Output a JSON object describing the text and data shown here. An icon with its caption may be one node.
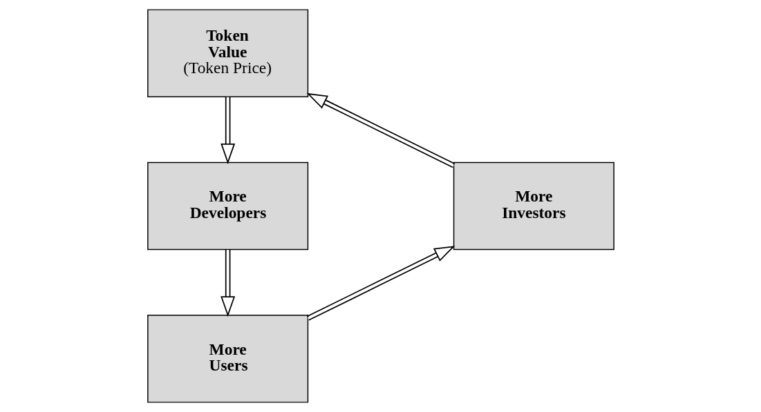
{
  "diagram": {
    "nodes": [
      {
        "text": [
          "Token Value",
          "(Token Price)"
        ]
      },
      {
        "text": [
          "More Investors"
        ]
      },
      {
        "text": [
          "More Developers"
        ]
      },
      {
        "text": [
          "More Users"
        ]
      }
    ],
    "edges": [
      {
        "from": 0,
        "to": 2,
        "arrow": "to"
      },
      {
        "from": 2,
        "to": 3,
        "arrow": "to"
      },
      {
        "from": 3,
        "to": 1,
        "arrow": "to"
      },
      {
        "from": 1,
        "to": 0,
        "arrow": "to"
      }
    ]
  }
}
